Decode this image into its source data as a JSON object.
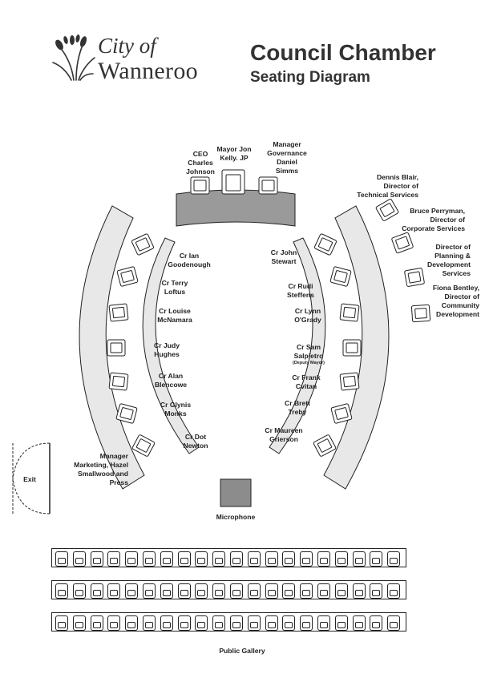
{
  "logo": {
    "line1": "City of",
    "line2": "Wanneroo"
  },
  "header": {
    "title": "Council Chamber",
    "subtitle": "Seating Diagram"
  },
  "top_seats": {
    "ceo": "CEO\nCharles\nJohnson",
    "mayor": "Mayor Jon\nKelly. JP",
    "manager_governance": "Manager\nGovernance\nDaniel\nSimms"
  },
  "left_councillors": [
    "Cr Ian\nGoodenough",
    "Cr Terry\nLoftus",
    "Cr Louise\nMcNamara",
    "Cr Judy\nHughes",
    "Cr Alan\nBlencowe",
    "Cr Glynis\nMonks",
    "Cr Dot\nNewton"
  ],
  "right_councillors": [
    "Cr John\nStewart",
    "Cr Rudi\nSteffens",
    "Cr Lynn\nO'Grady",
    "Cr Sam\nSalpietro",
    "Cr Frank\nCvitan",
    "Cr Brett\nTreby",
    "Cr Maureen\nGrierson"
  ],
  "deputy_note": "(Deputy Mayor)",
  "directors": [
    "Dennis Blair,\nDirector of\nTechnical Services",
    "Bruce Perryman,\nDirector of\nCorporate Services",
    "Director of\nPlanning &\nDevelopment\nServices",
    "Fiona Bentley,\nDirector of\nCommunity\nDevelopment"
  ],
  "manager_marketing": "Manager\nMarketing, Hazel\nSmallwood and\nPress",
  "exit_label": "Exit",
  "microphone_label": "Microphone",
  "public_gallery_label": "Public Gallery",
  "gallery": {
    "rows": 3,
    "seats_per_row": 20
  },
  "colors": {
    "desk_fill": "#e8e8e8",
    "head_table_fill": "#9a9a9a",
    "microphone_fill": "#8c8c8c",
    "line": "#222222"
  }
}
